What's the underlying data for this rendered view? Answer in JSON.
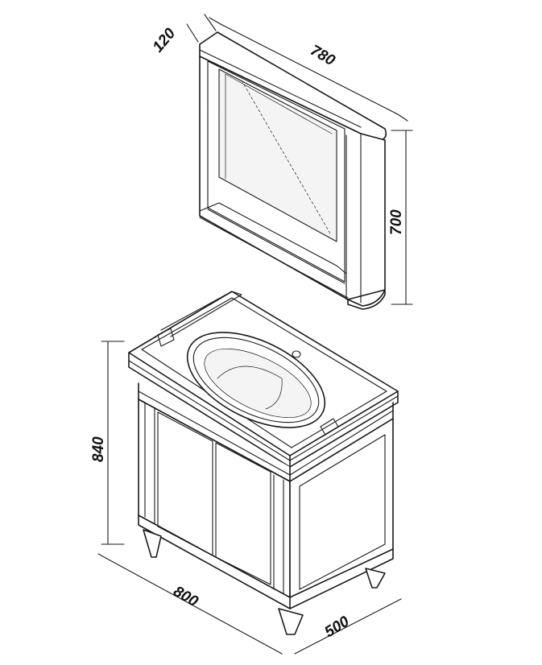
{
  "dimensions": {
    "mirror_depth": "120",
    "mirror_width": "780",
    "mirror_height": "700",
    "vanity_height": "840",
    "vanity_width": "800",
    "vanity_depth": "500"
  }
}
